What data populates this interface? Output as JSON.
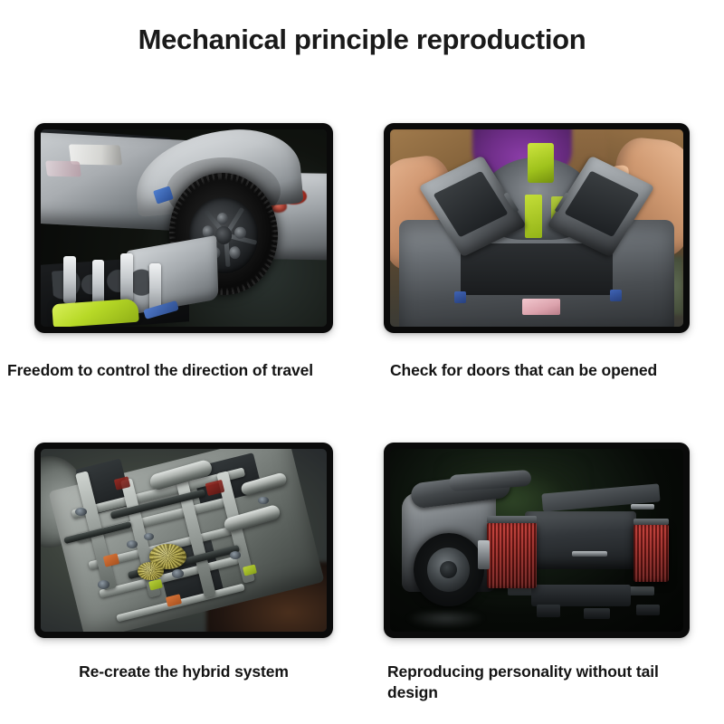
{
  "page": {
    "title": "Mechanical principle reproduction",
    "background_color": "#ffffff",
    "text_color": "#141414",
    "frame_border_color": "#0a0a0a"
  },
  "gallery": {
    "items": [
      {
        "id": "freedom-to-control",
        "caption": "Freedom to control the direction of travel",
        "photo_alt": "Close-up of a white and grey LEGO Technic supercar front wheel with black spoked tyre, lime-green element at lower left, dark background",
        "caption_align": "left"
      },
      {
        "id": "check-doors",
        "caption": "Check for doors that can be opened",
        "photo_alt": "Two hands lifting the scissor doors of a grey LEGO Technic car model on a wooden table, purple shirt in background, lime-green parts at centre",
        "caption_align": "left"
      },
      {
        "id": "hybrid-system",
        "caption": "Re-create the hybrid system",
        "photo_alt": "Overhead close-up of the grey LEGO Technic gearbox and hybrid drivetrain assembly with yellow gears and beams",
        "caption_align": "center"
      },
      {
        "id": "no-tail-design",
        "caption": "Reproducing personality without tail design",
        "photo_alt": "Dark studio shot of the LEGO Technic car rear three-quarter showing two red radiator panels and exposed chassis on a black background",
        "caption_align": "left"
      }
    ]
  }
}
